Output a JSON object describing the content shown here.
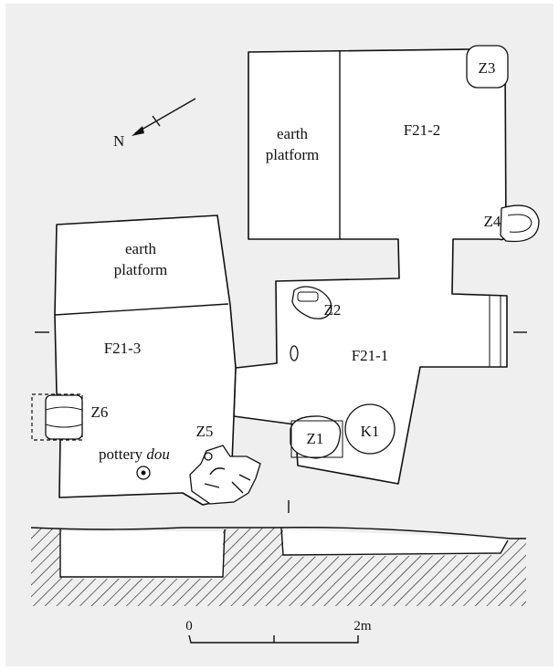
{
  "north_label": "N",
  "labels": {
    "earth_platform_right": [
      "earth",
      "platform"
    ],
    "earth_platform_left": [
      "earth",
      "platform"
    ],
    "f21_2": "F21-2",
    "f21_3": "F21-3",
    "f21_1": "F21-1",
    "z1": "Z1",
    "z2": "Z2",
    "z3": "Z3",
    "z4": "Z4",
    "z5": "Z5",
    "z6": "Z6",
    "k1": "K1",
    "pottery_prefix": "pottery ",
    "pottery_italic": "dou"
  },
  "scale_bar": {
    "start_label": "0",
    "end_label": "2m"
  }
}
